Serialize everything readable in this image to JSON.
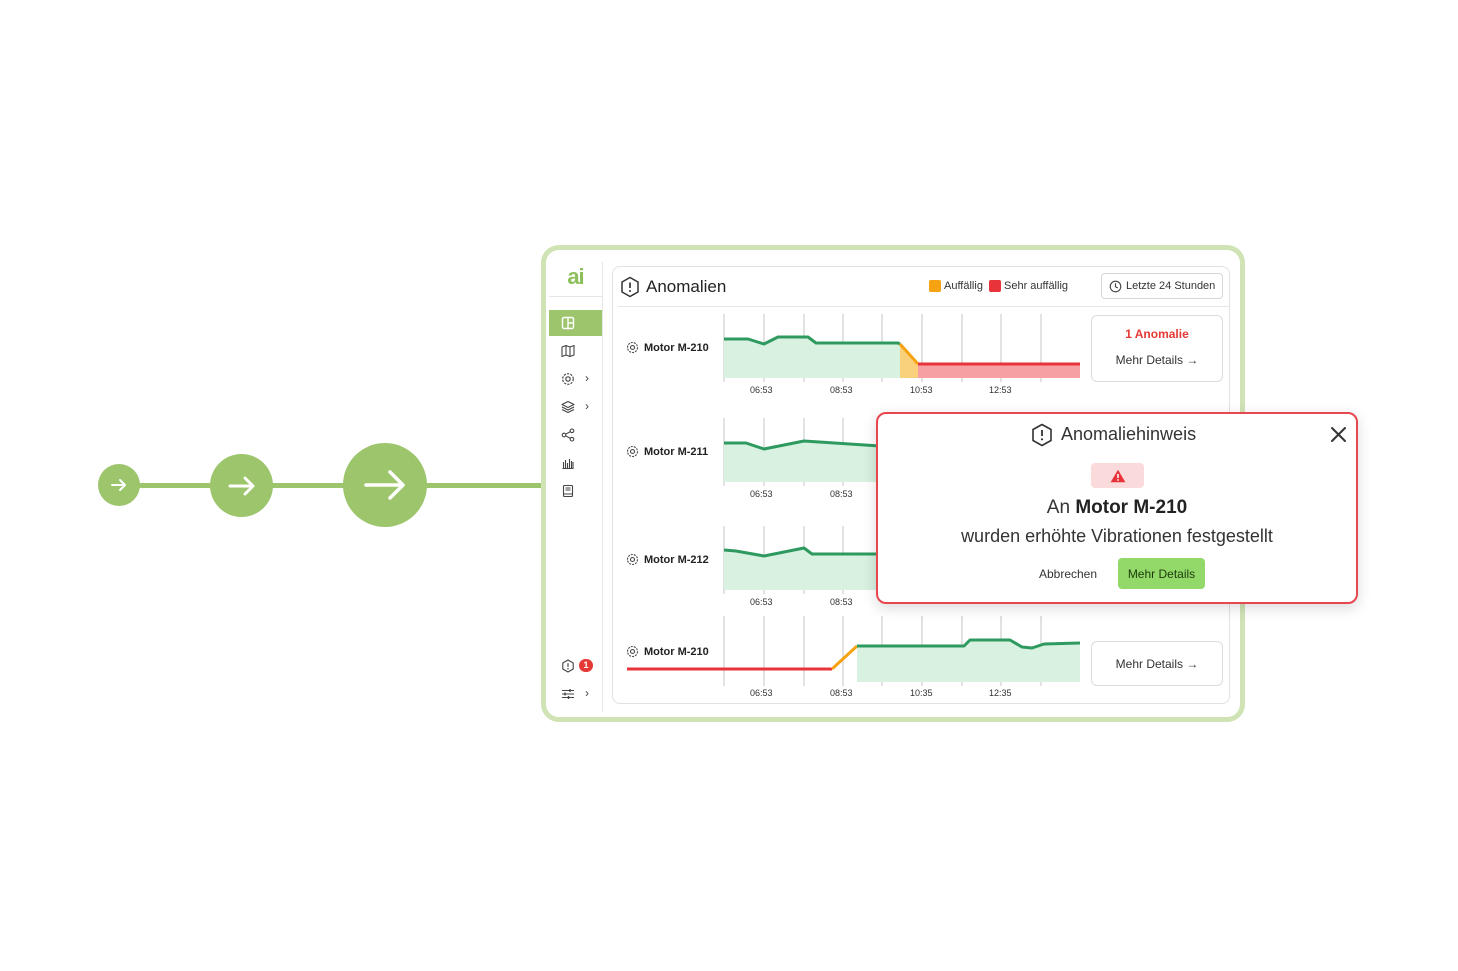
{
  "app": {
    "logo_text": "ai"
  },
  "sidebar": {
    "items": [
      {
        "icon": "dashboard-icon",
        "active": true
      },
      {
        "icon": "map-icon"
      },
      {
        "icon": "gear-icon",
        "has_submenu": true
      },
      {
        "icon": "layers-icon",
        "has_submenu": true
      },
      {
        "icon": "share-icon"
      },
      {
        "icon": "bar-chart-icon"
      },
      {
        "icon": "book-icon"
      }
    ],
    "alerts": {
      "icon": "alert-hex-icon",
      "count": "1"
    },
    "settings": {
      "icon": "sliders-icon",
      "chevron": "›"
    }
  },
  "panel": {
    "title": "Anomalien",
    "legend": [
      {
        "label": "Auffällig",
        "color": "#f5a213"
      },
      {
        "label": "Sehr auffällig",
        "color": "#e8333a"
      }
    ],
    "range_button": "Letzte 24 Stunden"
  },
  "rows": [
    {
      "name": "Motor M-210",
      "ticks": [
        "06:53",
        "08:53",
        "10:53",
        "12:53"
      ],
      "anomaly_label": "1 Anomalie",
      "more_details": "Mehr Details →"
    },
    {
      "name": "Motor M-211",
      "ticks": [
        "06:53",
        "08:53"
      ]
    },
    {
      "name": "Motor M-212",
      "ticks": [
        "06:53",
        "08:53"
      ]
    },
    {
      "name": "Motor M-210",
      "ticks": [
        "06:53",
        "08:53",
        "10:35",
        "12:35"
      ],
      "more_details": "Mehr Details →"
    }
  ],
  "modal": {
    "title": "Anomaliehinweis",
    "line1_prefix": "An",
    "line1_machine": "Motor M-210",
    "line2": "wurden erhöhte Vibrationen festgestellt",
    "cancel": "Abbrechen",
    "confirm": "Mehr Details"
  },
  "colors": {
    "brand_green": "#9cc56c",
    "normal_line": "#2e9a5f",
    "normal_fill": "#d8f1e0",
    "warn": "#f5a213",
    "critical": "#e8333a"
  }
}
